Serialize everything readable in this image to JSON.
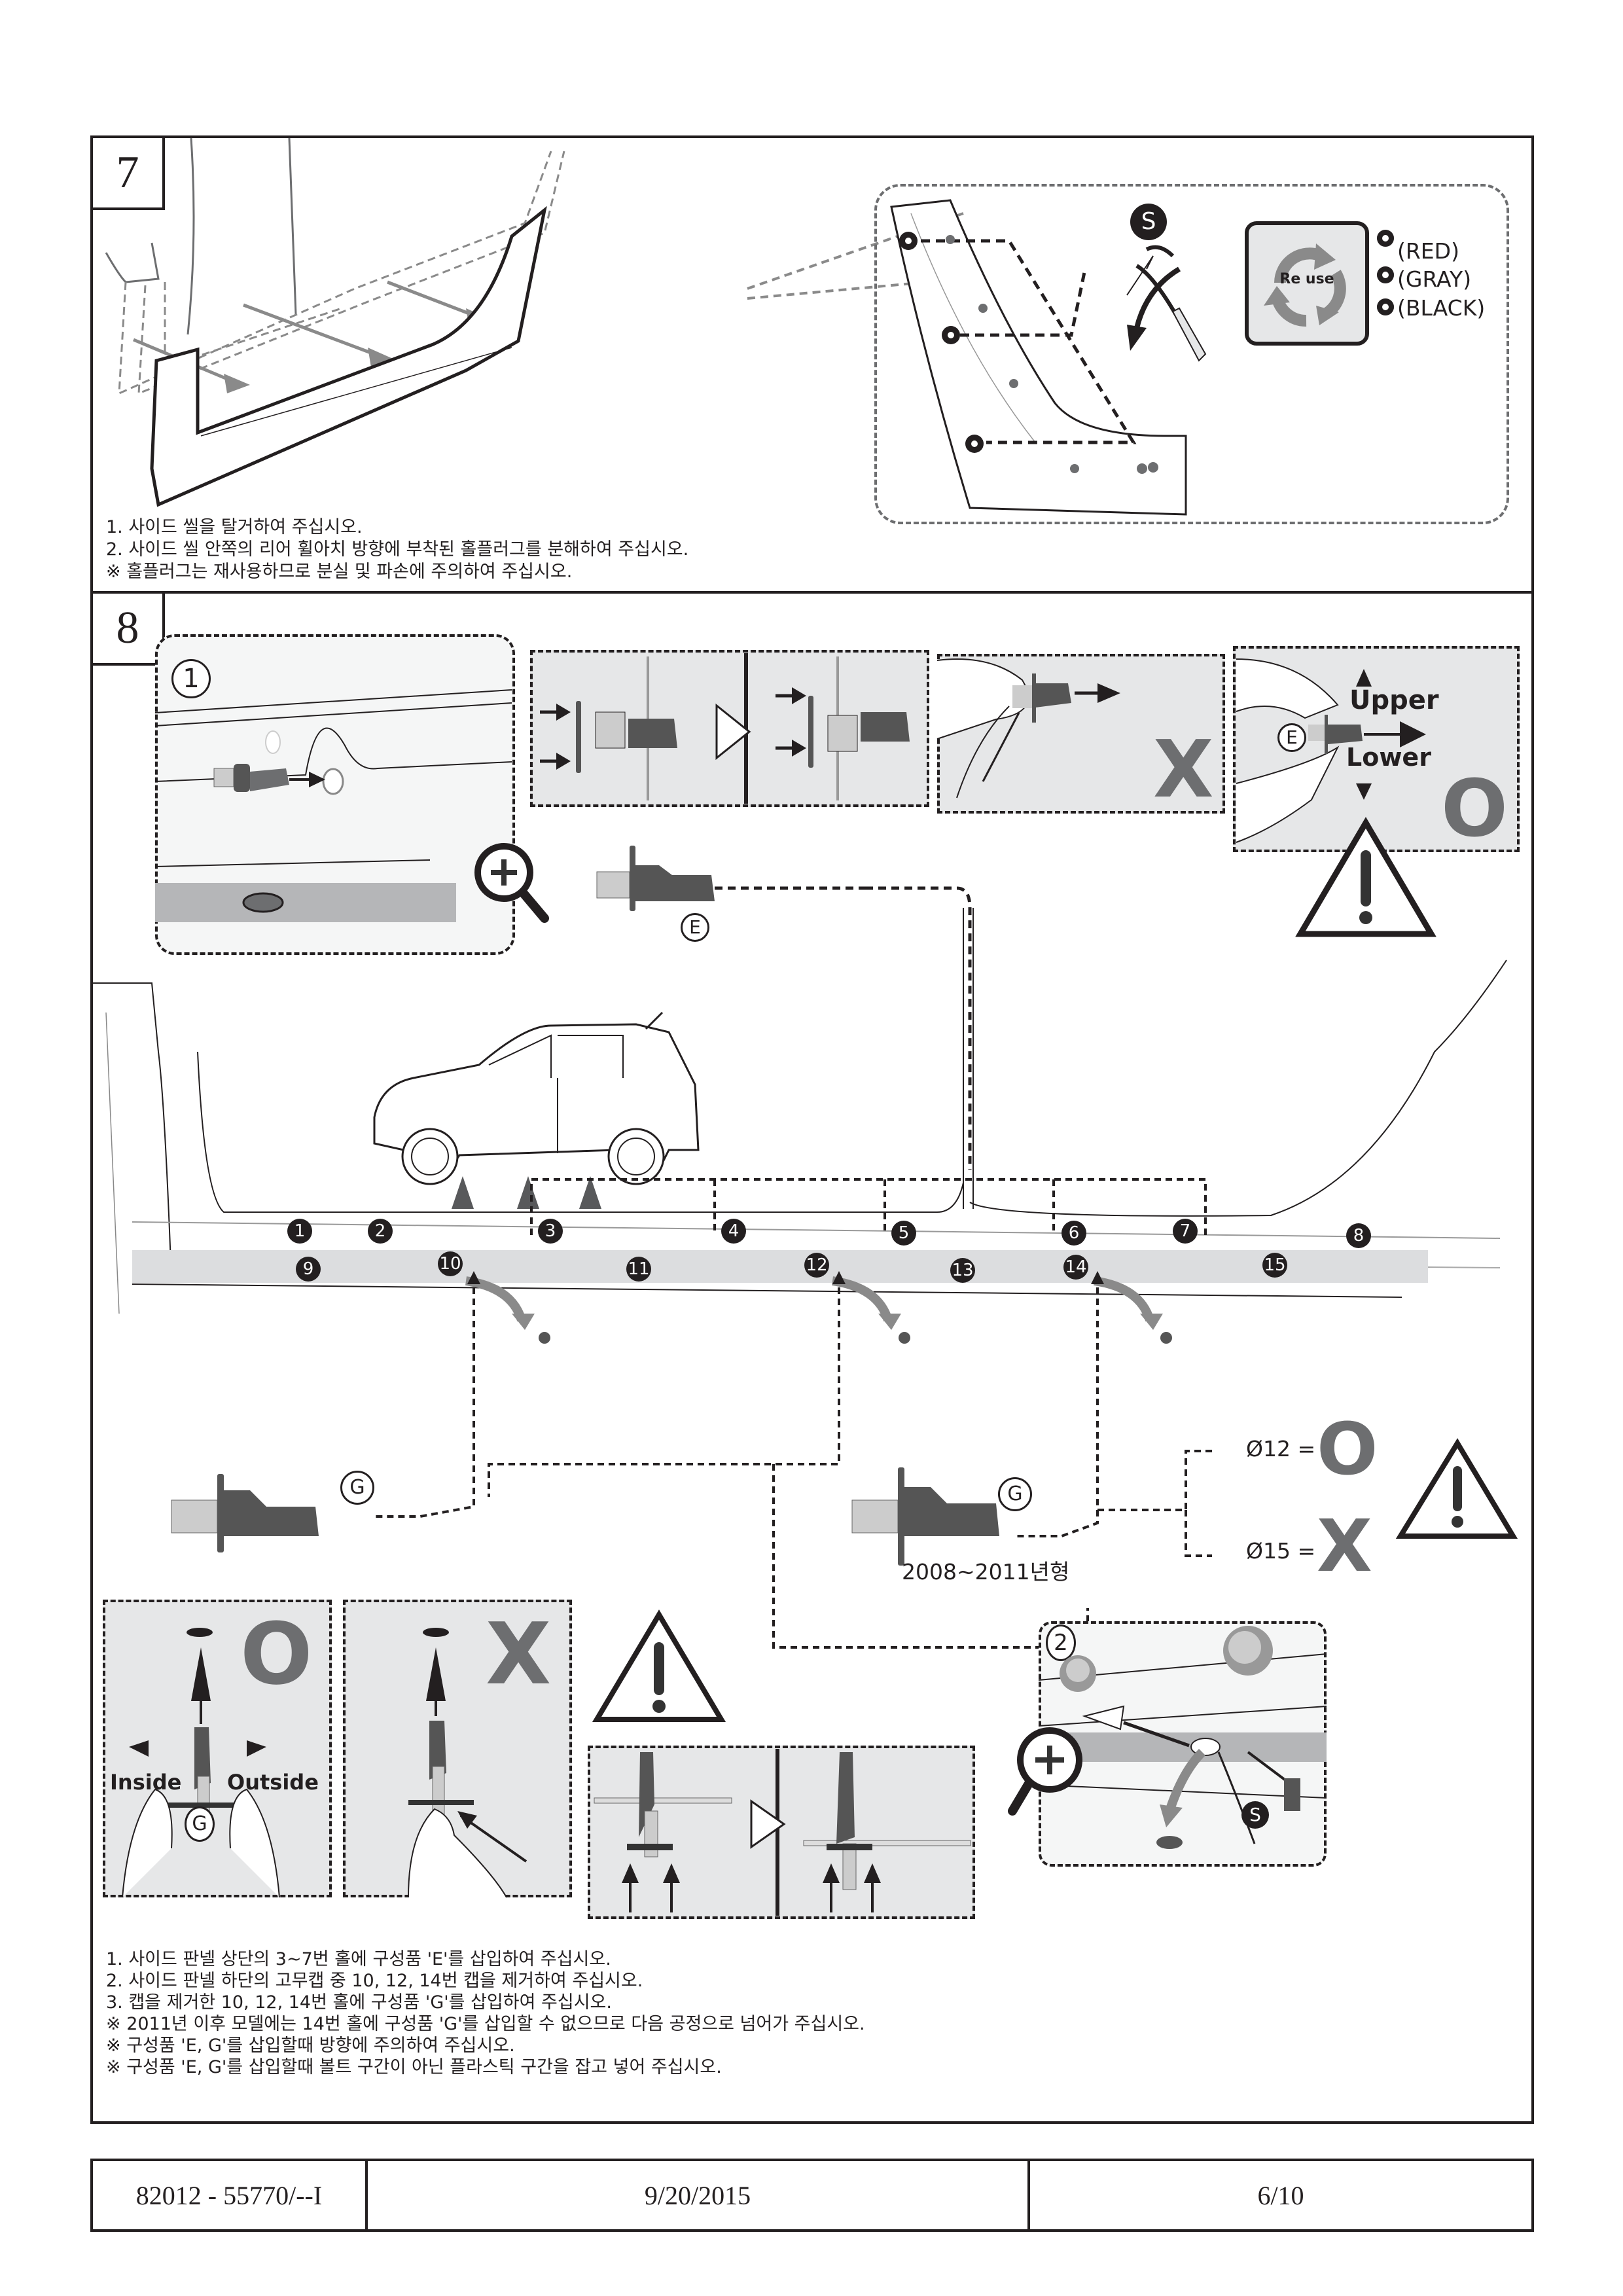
{
  "step7": {
    "number": "7",
    "reuse_badge": "Re use",
    "plug_colors": [
      "(RED)",
      "(GRAY)",
      "(BLACK)"
    ],
    "tool_label": "S",
    "notes": [
      "1. 사이드 씰을 탈거하여 주십시오.",
      "2. 사이드 씰 안쪽의 리어 휠아치 방향에 부착된 홀플러그를 분해하여 주십시오.",
      "※ 홀플러그는 재사용하므로 분실 및 파손에 주의하여 주십시오."
    ]
  },
  "step8": {
    "number": "8",
    "detail1_label": "1",
    "detail2_label": "2",
    "part_e_label": "E",
    "part_g_label": "G",
    "tool_label": "S",
    "upper_label": "Upper",
    "lower_label": "Lower",
    "inside_label": "Inside",
    "outside_label": "Outside",
    "correct_mark": "O",
    "wrong_mark": "X",
    "diameter_ok": "Ø12 =",
    "diameter_ng": "Ø15 =",
    "model_years": "2008~2011년형",
    "upper_holes": [
      "1",
      "2",
      "3",
      "4",
      "5",
      "6",
      "7",
      "8"
    ],
    "lower_holes": [
      "9",
      "10",
      "11",
      "12",
      "13",
      "14",
      "15"
    ],
    "notes": [
      "1. 사이드 판넬 상단의 3~7번 홀에 구성품 'E'를 삽입하여 주십시오.",
      "2. 사이드 판넬 하단의 고무캡 중 10, 12, 14번 캡을 제거하여 주십시오.",
      "3. 캡을 제거한 10, 12, 14번 홀에 구성품 'G'를 삽입하여 주십시오.",
      "※ 2011년 이후 모델에는 14번 홀에 구성품 'G'를 삽입할 수 없으므로 다음 공정으로 넘어가 주십시오.",
      "※ 구성품 'E, G'를 삽입할때 방향에 주의하여 주십시오.",
      "※ 구성품 'E, G'를 삽입할때 볼트 구간이 아닌 플라스틱 구간을 잡고 넣어 주십시오."
    ]
  },
  "footer": {
    "part_number": "82012 - 55770/--I",
    "date": "9/20/2015",
    "page": "6/10"
  },
  "colors": {
    "ink": "#231f20",
    "mark_gray": "#6d6e70",
    "panel_gray": "#e6e7e8"
  }
}
